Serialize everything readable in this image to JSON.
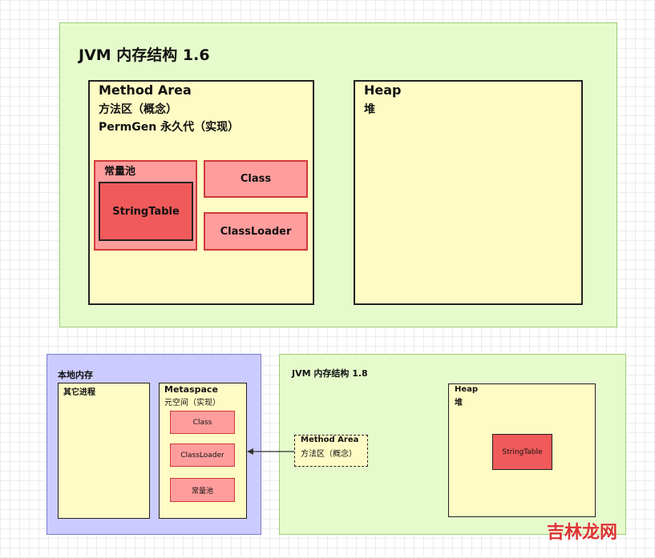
{
  "jvm16": {
    "title": "JVM 内存结构 1.6",
    "method_area": {
      "title": "Method Area",
      "line1": "方法区（概念）",
      "line2": "PermGen 永久代（实现）",
      "pool_label": "常量池",
      "string_table": "StringTable",
      "class": "Class",
      "classloader": "ClassLoader"
    },
    "heap": {
      "title": "Heap",
      "subtitle": "堆"
    }
  },
  "native": {
    "title": "本地内存",
    "other_process": "其它进程",
    "metaspace": {
      "title": "Metaspace",
      "subtitle": "元空间（实现）",
      "class": "Class",
      "classloader": "ClassLoader",
      "pool": "常量池"
    }
  },
  "jvm18": {
    "title": "JVM 内存结构 1.8",
    "method_area": {
      "title": "Method Area",
      "subtitle": "方法区（概念）"
    },
    "heap": {
      "title": "Heap",
      "subtitle": "堆",
      "string_table": "StringTable"
    }
  },
  "watermark": "吉林龙网",
  "colors": {
    "jvm_region": "#e6fbcc",
    "area_fill": "#fffbc4",
    "pool_fill": "#ff9d9d",
    "string_table_fill": "#f05a5a",
    "native_region": "#cbcbff"
  }
}
